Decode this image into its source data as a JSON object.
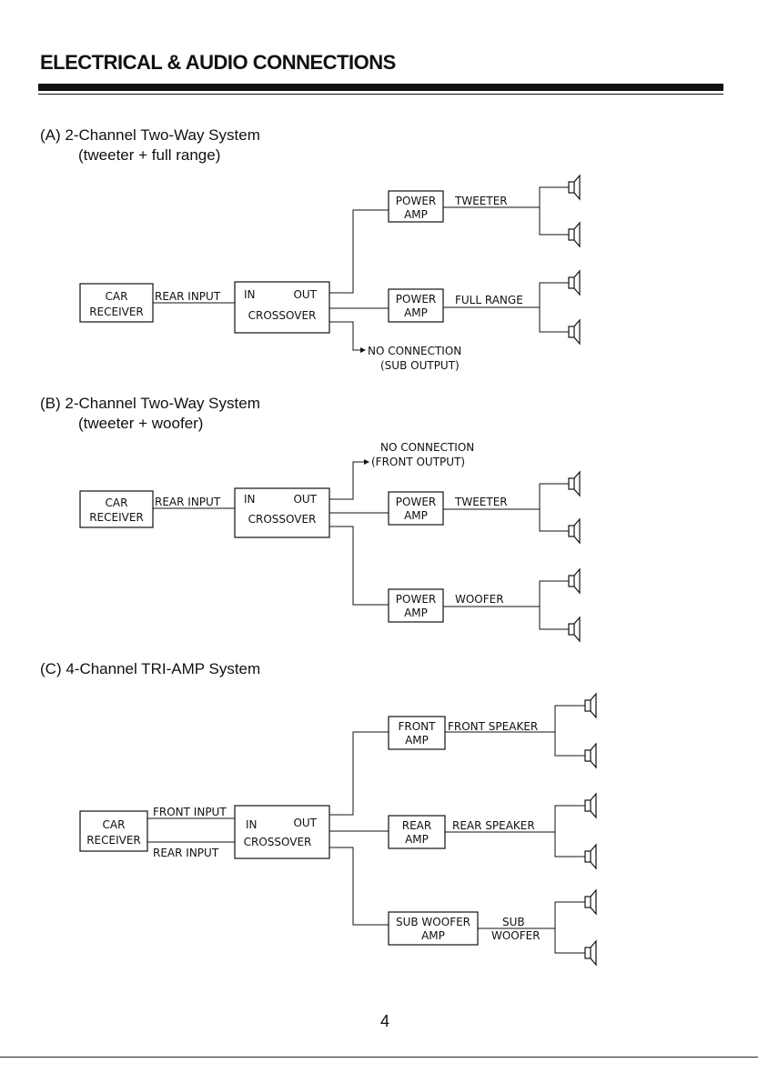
{
  "header": {
    "title": "ELECTRICAL & AUDIO CONNECTIONS"
  },
  "page_number": "4",
  "sections": {
    "a": {
      "title": "(A) 2-Channel Two-Way System",
      "subtitle": "(tweeter + full range)",
      "car_line1": "CAR",
      "car_line2": "RECEIVER",
      "rear_input": "REAR INPUT",
      "xover_in": "IN",
      "xover_out": "OUT",
      "xover_label": "CROSSOVER",
      "amp1_line1": "POWER",
      "amp1_line2": "AMP",
      "amp1_output": "TWEETER",
      "amp2_line1": "POWER",
      "amp2_line2": "AMP",
      "amp2_output": "FULL RANGE",
      "note_line1": "NO CONNECTION",
      "note_line2": "(SUB OUTPUT)"
    },
    "b": {
      "title": "(B) 2-Channel Two-Way System",
      "subtitle": "(tweeter + woofer)",
      "car_line1": "CAR",
      "car_line2": "RECEIVER",
      "rear_input": "REAR INPUT",
      "xover_in": "IN",
      "xover_out": "OUT",
      "xover_label": "CROSSOVER",
      "note_line1": "NO CONNECTION",
      "note_line2": "(FRONT OUTPUT)",
      "amp1_line1": "POWER",
      "amp1_line2": "AMP",
      "amp1_output": "TWEETER",
      "amp2_line1": "POWER",
      "amp2_line2": "AMP",
      "amp2_output": "WOOFER"
    },
    "c": {
      "title": "(C) 4-Channel TRI-AMP System",
      "car_line1": "CAR",
      "car_line2": "RECEIVER",
      "front_input": "FRONT INPUT",
      "rear_input": "REAR INPUT",
      "xover_in": "IN",
      "xover_out": "OUT",
      "xover_label": "CROSSOVER",
      "amp1_line1": "FRONT",
      "amp1_line2": "AMP",
      "amp1_output": "FRONT SPEAKER",
      "amp2_line1": "REAR",
      "amp2_line2": "AMP",
      "amp2_output": "REAR SPEAKER",
      "amp3_line1": "SUB WOOFER",
      "amp3_line2": "AMP",
      "amp3_output1": "SUB",
      "amp3_output2": "WOOFER"
    }
  }
}
